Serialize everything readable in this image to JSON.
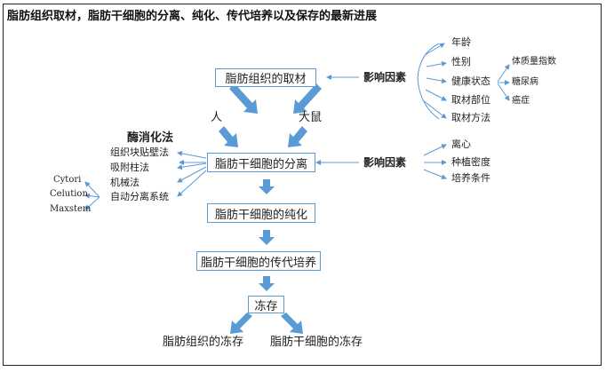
{
  "title": "脂肪组织取材，脂肪干细胞的分离、纯化、传代培养以及保存的最新进展",
  "steps": {
    "harvest": "脂肪组织的取材",
    "isolation": "脂肪干细胞的分离",
    "purification": "脂肪干细胞的纯化",
    "culture": "脂肪干细胞的传代培养",
    "cryo": "冻存"
  },
  "sources": {
    "human": "人",
    "rat": "大鼠"
  },
  "factors_harvest": {
    "label": "影响因素",
    "items": [
      "年龄",
      "性别",
      "健康状态",
      "取材部位",
      "取材方法"
    ],
    "health_sub": [
      "体质量指数",
      "糖尿病",
      "癌症"
    ]
  },
  "factors_isolation": {
    "label": "影响因素",
    "items": [
      "离心",
      "种植密度",
      "培养条件"
    ]
  },
  "enzyme": {
    "label": "酶消化法",
    "methods": [
      "组织块贴壁法",
      "吸附柱法",
      "机械法",
      "自动分离系统"
    ],
    "systems": [
      "Cytori",
      "Celution",
      "Maxstem"
    ]
  },
  "cryo_targets": [
    "脂肪组织的冻存",
    "脂肪干细胞的冻存"
  ],
  "colors": {
    "arrow": "#5b9bd5",
    "box_border": "#5b9bd5",
    "text": "#222222"
  }
}
